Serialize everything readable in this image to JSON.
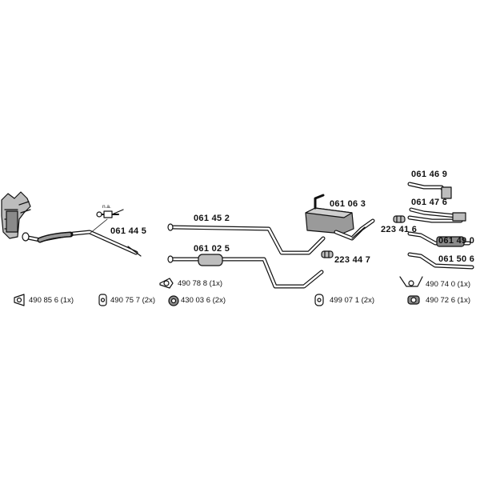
{
  "diagram": {
    "note": "n.a.",
    "parts": {
      "p061445": "061 44 5",
      "p061452": "061 45 2",
      "p061025": "061 02 5",
      "p061063": "061 06 3",
      "p223416": "223 41 6",
      "p223447": "223 44 7",
      "p061469": "061 46 9",
      "p061476": "061 47 6",
      "p061490": "061 49 0",
      "p061506": "061 50 6"
    },
    "accessories": {
      "a490856": "490 85 6 (1x)",
      "a490757": "490 75 7 (2x)",
      "a430036": "430 03 6 (2x)",
      "a490788": "490 78 8 (1x)",
      "a499071": "499 07 1 (2x)",
      "a490740": "490 74 0 (1x)",
      "a490726": "490 72 6 (1x)"
    }
  }
}
